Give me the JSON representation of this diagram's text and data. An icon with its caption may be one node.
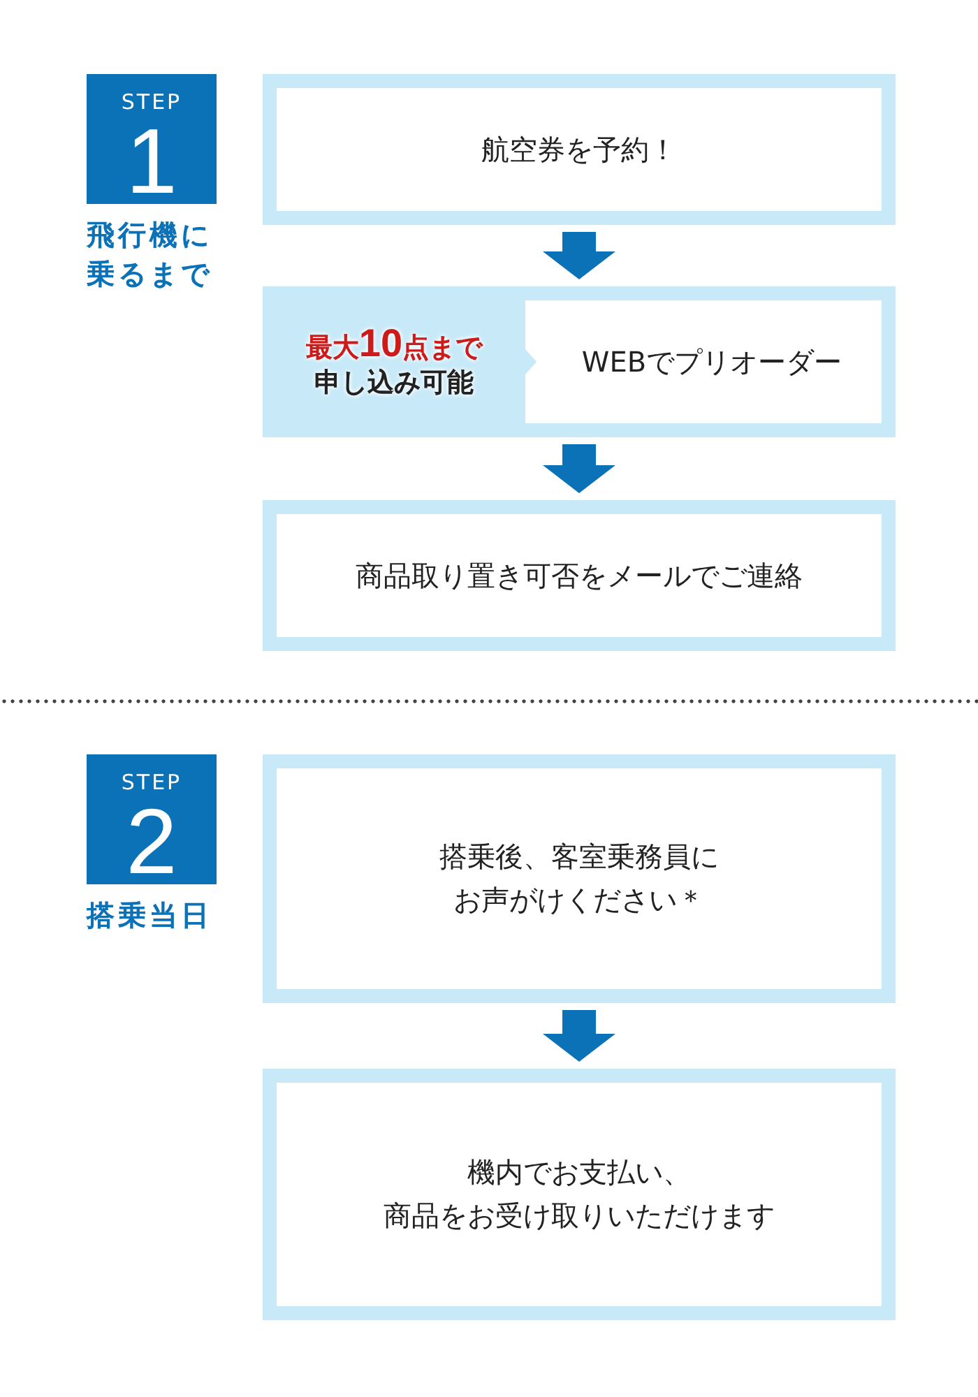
{
  "diagram": {
    "nodes": [
      {
        "text": [
          "STEP",
          "1"
        ],
        "beside": [
          "飛行機に乗るまで"
        ]
      },
      {
        "text": [
          "航空券を予約！"
        ]
      },
      {
        "text": [
          "最大10点まで",
          "申し込み可能"
        ]
      },
      {
        "text": [
          "WEBでプリオーダー"
        ],
        "in": 2
      },
      {
        "text": [
          "商品取り置き可否をメールでご連絡"
        ]
      },
      {
        "text": [
          "STEP",
          "2"
        ],
        "beside": [
          "搭乗当日"
        ]
      },
      {
        "text": [
          "搭乗後、客室乗務員にお声がけください＊"
        ]
      },
      {
        "text": [
          "機内でお支払い、商品をお受け取りいただけます"
        ]
      }
    ],
    "edges": [
      {
        "from": 1,
        "to": 2,
        "arrow": "to"
      },
      {
        "from": 2,
        "to": 4,
        "arrow": "to"
      },
      {
        "from": 6,
        "to": 7,
        "arrow": "to"
      }
    ]
  }
}
